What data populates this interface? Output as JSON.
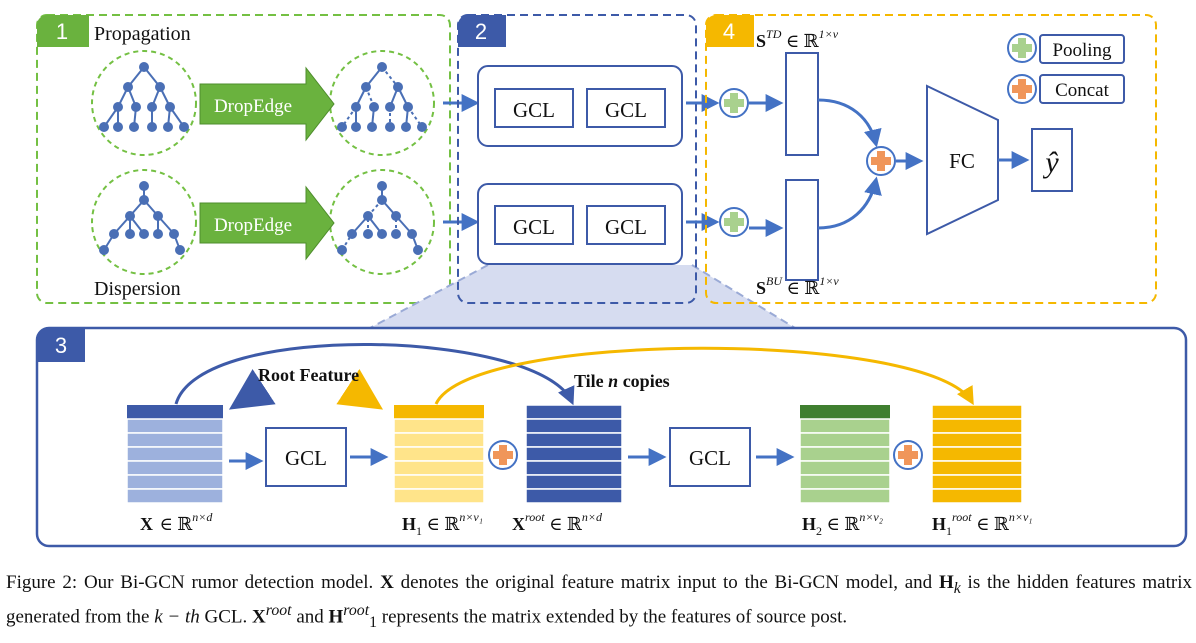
{
  "colors": {
    "green": "#6ab23e",
    "green_dash": "#74c043",
    "blue_dark": "#3d5aa8",
    "blue_mid": "#4472c4",
    "node_blue": "#4a6fb5",
    "yellow": "#f5b800",
    "yellow_dash": "#f5b800",
    "orange": "#f0965a",
    "light_green": "#a9d18e",
    "dark_green": "#3f7f2f",
    "light_blue_rows": "#9db1dd",
    "light_yellow_rows": "#ffe48a",
    "trapezoid_fill": "#d6dcf0"
  },
  "panels": {
    "p1": {
      "number": "1",
      "top_label": "Propagation",
      "bottom_label": "Dispersion",
      "arrow_label_top": "DropEdge",
      "arrow_label_bottom": "DropEdge"
    },
    "p2": {
      "number": "2",
      "gcl_top_1": "GCL",
      "gcl_top_2": "GCL",
      "gcl_bottom_1": "GCL",
      "gcl_bottom_2": "GCL"
    },
    "p3": {
      "number": "3",
      "root_feature": "Root Feature",
      "tile_copies": "Tile n copies",
      "gcl_1": "GCL",
      "gcl_2": "GCL",
      "labels": [
        "X ∈ ℝ",
        "H₁ ∈ ℝ",
        "X",
        "H₂ ∈ ℝ",
        "H₁"
      ],
      "label_x": "X ∈ ℝ",
      "label_x_sup": "n×d",
      "label_h1": "H",
      "label_h1_sub": "1",
      "label_h1_set": " ∈ ℝ",
      "label_h1_sup": "n×v₁",
      "label_xroot": "X",
      "label_xroot_sup": "root",
      "label_xroot_set": "  ∈ ℝ",
      "label_xroot_sup2": "n×d",
      "label_h2": "H",
      "label_h2_sub": "2",
      "label_h2_set": " ∈ ℝ",
      "label_h2_sup": "n×v₂",
      "label_h1root": "H",
      "label_h1root_sub": "1",
      "label_h1root_sup": "root",
      "label_h1root_set": "  ∈ ℝ",
      "label_h1root_sup2": "n×v₁"
    },
    "p4": {
      "number": "4",
      "s_td": "S",
      "s_td_sup": "TD",
      "s_td_set": " ∈ ℝ",
      "s_td_sup2": "1×v",
      "s_bu": "S",
      "s_bu_sup": "BU",
      "s_bu_set": " ∈ ℝ",
      "s_bu_sup2": "1×v",
      "fc": "FC",
      "y_hat": "ŷ",
      "legend_pooling": "Pooling",
      "legend_concat": "Concat"
    }
  },
  "caption": {
    "fig": "Figure 2: Our Bi-GCN rumor detection model. ",
    "X": "X",
    "t1": " denotes the original feature matrix input to the Bi-GCN model, and ",
    "H": "H",
    "Hk_sub": "k",
    "t2": " is the hidden features matrix generated from the ",
    "kth": "k − th",
    "t3": " GCL. ",
    "X2": "X",
    "root1": "root",
    "t4": " and ",
    "H2": "H",
    "one": "1",
    "root2": "root",
    "t5": " represents the matrix extended by the features of source post."
  }
}
